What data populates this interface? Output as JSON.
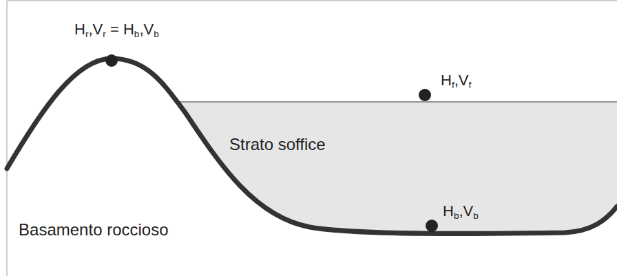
{
  "diagram": {
    "labels": [
      "Hr,Vr = Hb,Vb",
      "Hf,Vf",
      "Strato soffice",
      "Hb,Vb",
      "Basamento roccioso"
    ]
  }
}
